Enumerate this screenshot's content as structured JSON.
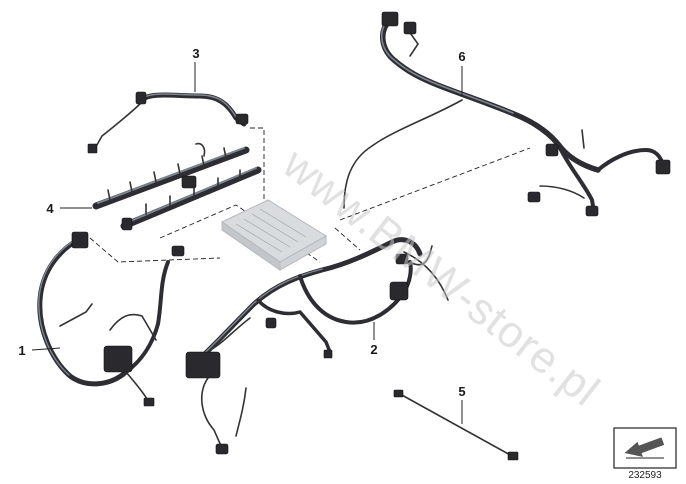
{
  "diagram": {
    "callouts": [
      "1",
      "2",
      "3",
      "4",
      "5",
      "6"
    ],
    "watermark": "www.BMW-store.pl",
    "diagram_code": "232593",
    "colors": {
      "harness": "#2d2d33",
      "highlight": "#7d8590",
      "module": "#d9dcdf",
      "watermark": "#c9c9c9"
    },
    "icons": [
      "arrow-view-icon"
    ]
  }
}
